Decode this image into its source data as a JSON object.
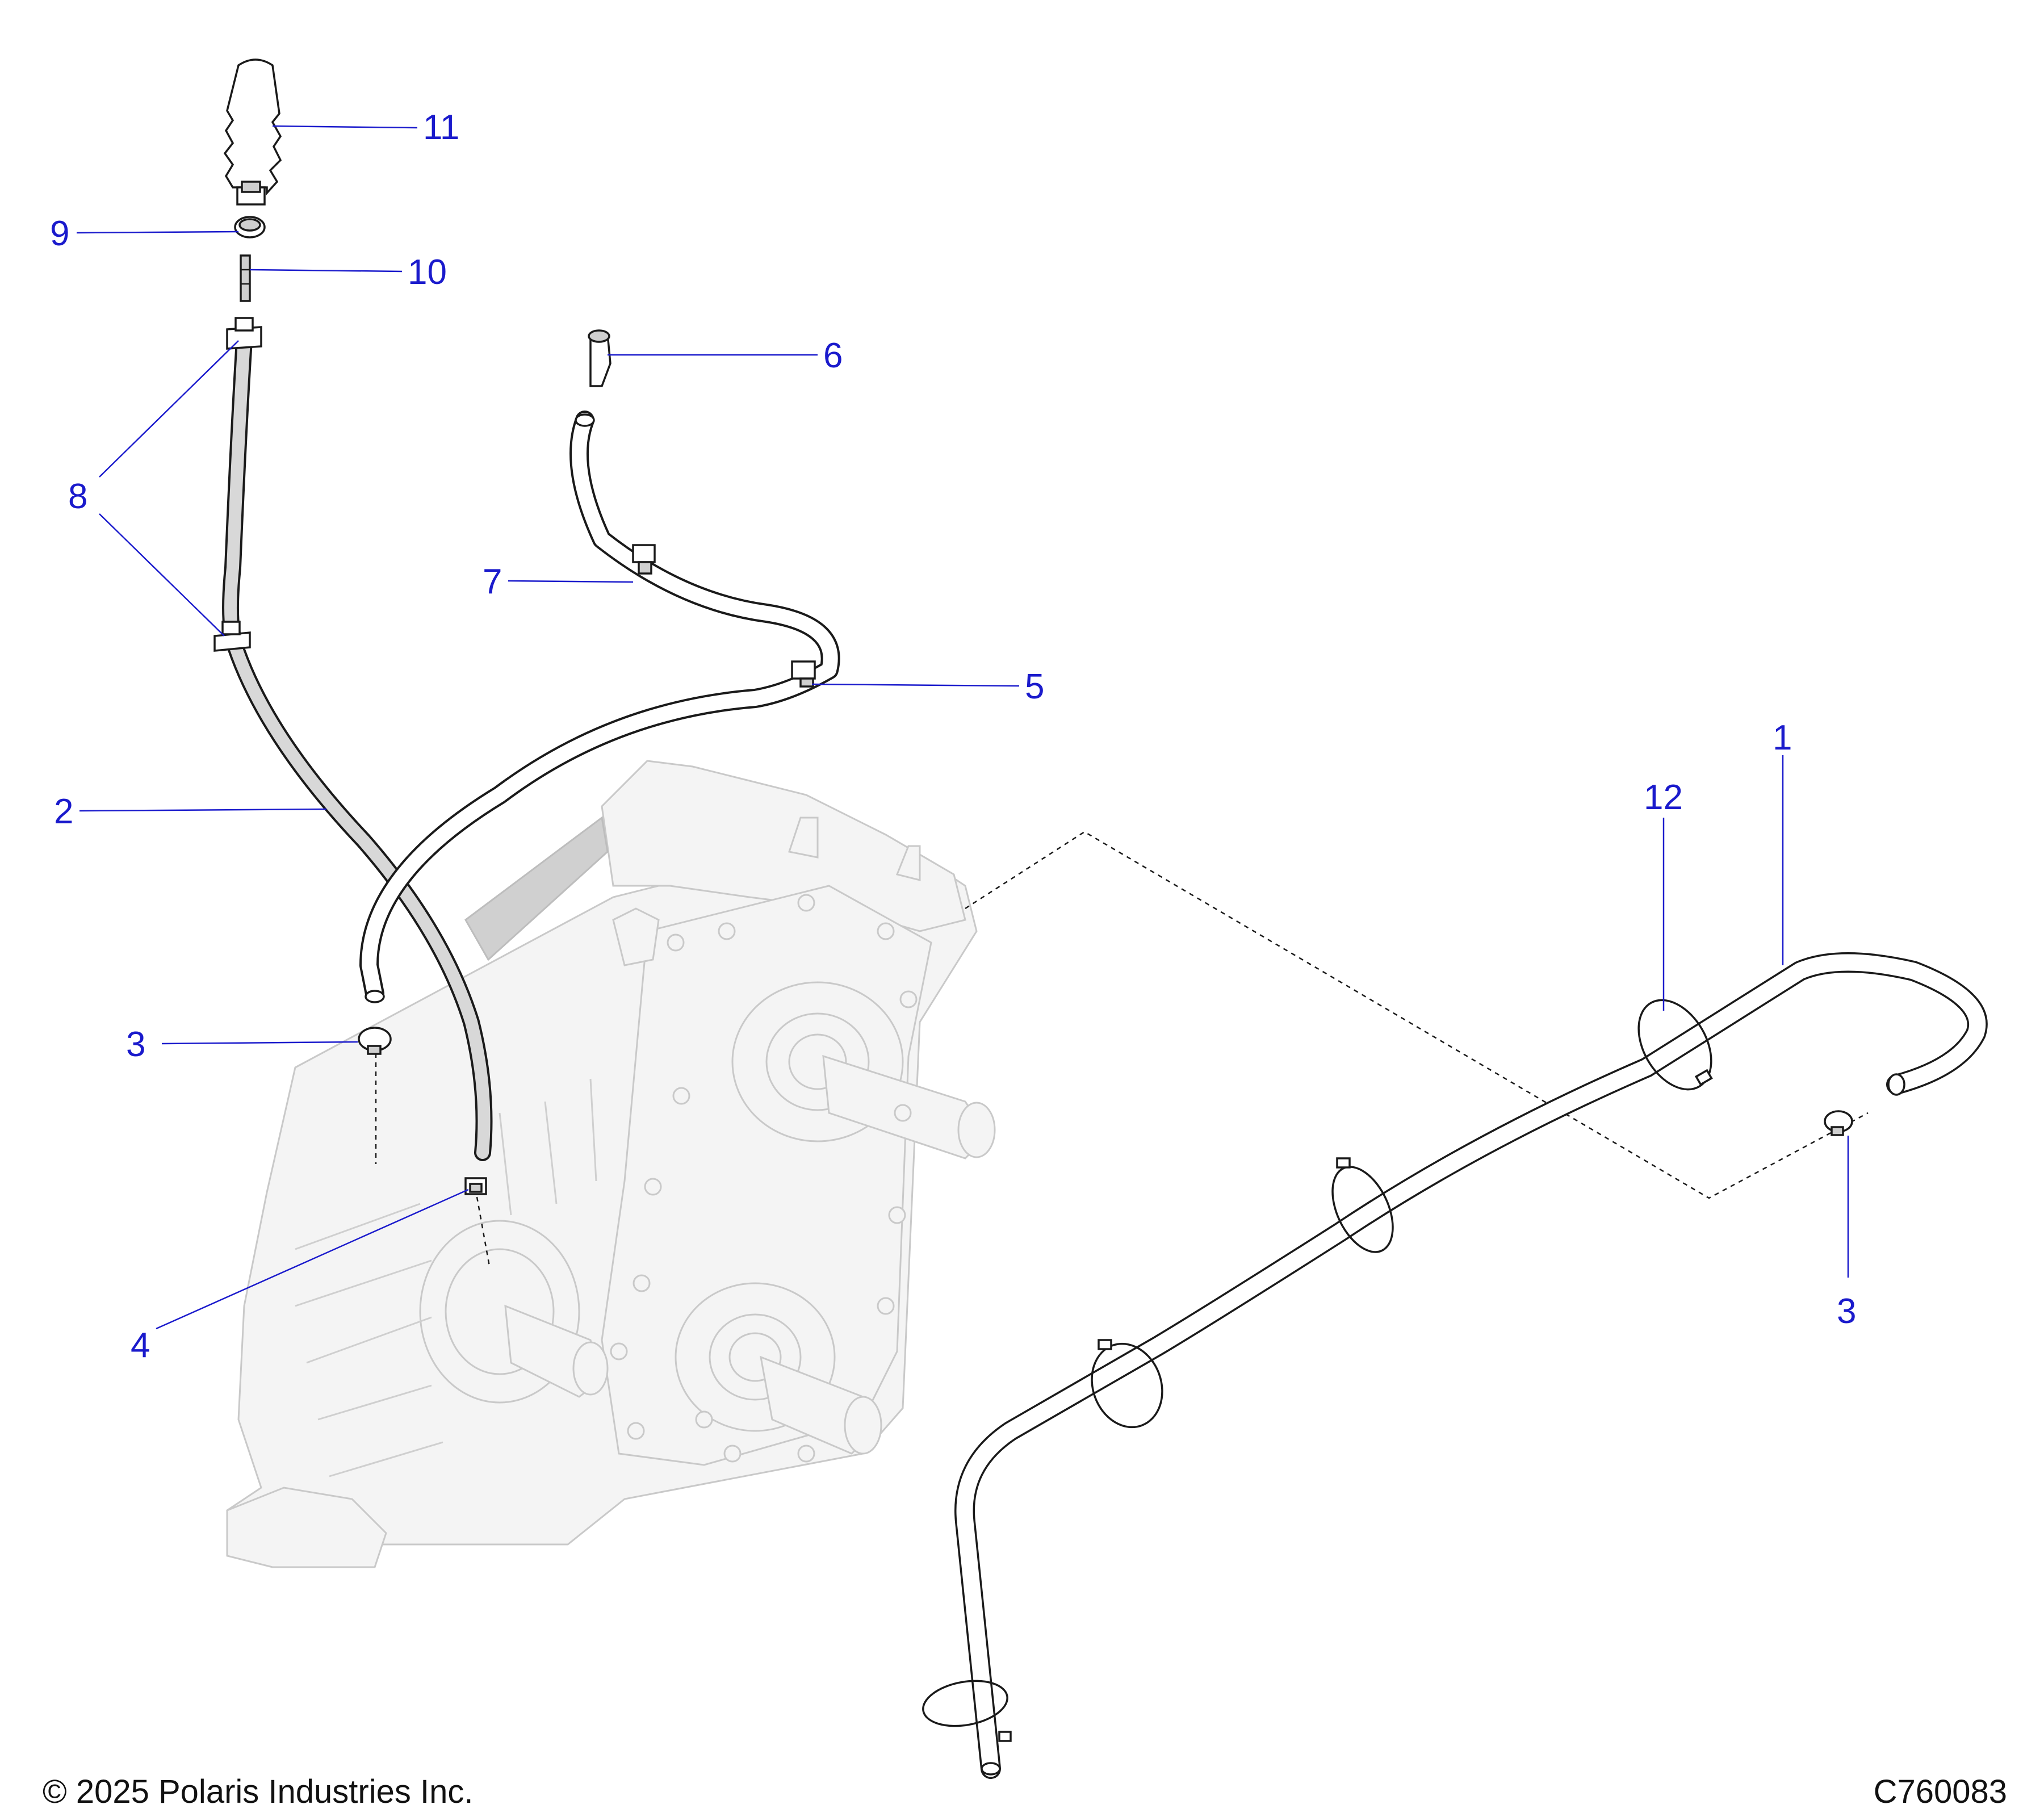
{
  "callouts": [
    {
      "id": "1",
      "label": "1"
    },
    {
      "id": "2",
      "label": "2"
    },
    {
      "id": "3a",
      "label": "3"
    },
    {
      "id": "3b",
      "label": "3"
    },
    {
      "id": "4",
      "label": "4"
    },
    {
      "id": "5",
      "label": "5"
    },
    {
      "id": "6",
      "label": "6"
    },
    {
      "id": "7",
      "label": "7"
    },
    {
      "id": "8",
      "label": "8"
    },
    {
      "id": "9",
      "label": "9"
    },
    {
      "id": "10",
      "label": "10"
    },
    {
      "id": "11",
      "label": "11"
    },
    {
      "id": "12",
      "label": "12"
    }
  ],
  "footer": {
    "copyright": "© 2025 Polaris Industries Inc.",
    "code": "C760083"
  },
  "colors": {
    "callout": "#1a1acc",
    "linework": "#1a1a1a",
    "ghost": "#c9c9c9"
  }
}
